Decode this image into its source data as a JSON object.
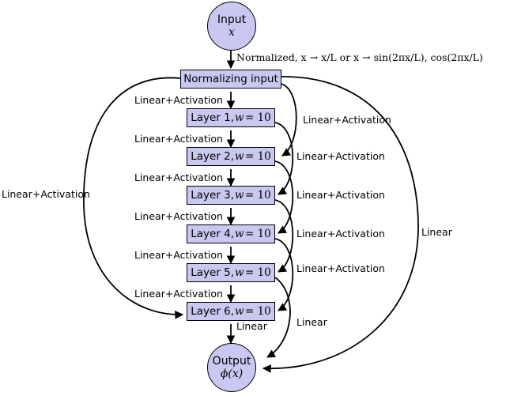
{
  "diagram": {
    "title": "Neural network architecture with skip connections",
    "colors": {
      "node_fill": "#c8c8f0",
      "stroke": "#000000",
      "background": "#ffffff"
    },
    "input_node": {
      "line1": "Input",
      "line2": "x"
    },
    "output_node": {
      "line1": "Output",
      "line2": "ϕ(x)"
    },
    "normalize_edge_label": "Normalized, x → x/L or x → sin(2πx/L), cos(2πx/L)",
    "normalizing_box": "Normalizing input",
    "layers": [
      {
        "label": "Layer 1,",
        "weight": "w",
        "eq": "= 10"
      },
      {
        "label": "Layer 2,",
        "weight": "w",
        "eq": "= 10"
      },
      {
        "label": "Layer 3,",
        "weight": "w",
        "eq": "= 10"
      },
      {
        "label": "Layer 4,",
        "weight": "w",
        "eq": "= 10"
      },
      {
        "label": "Layer 5,",
        "weight": "w",
        "eq": "= 10"
      },
      {
        "label": "Layer 6,",
        "weight": "w",
        "eq": "= 10"
      }
    ],
    "left_labels": [
      "Linear+Activation",
      "Linear+Activation",
      "Linear+Activation",
      "Linear+Activation",
      "Linear+Activation",
      "Linear+Activation"
    ],
    "skip_labels_right": [
      "Linear+Activation",
      "Linear+Activation",
      "Linear+Activation",
      "Linear+Activation",
      "Linear+Activation",
      "Linear"
    ],
    "outer_left_label": "Linear+Activation",
    "outer_right_label": "Linear",
    "output_edge_label": "Linear"
  }
}
